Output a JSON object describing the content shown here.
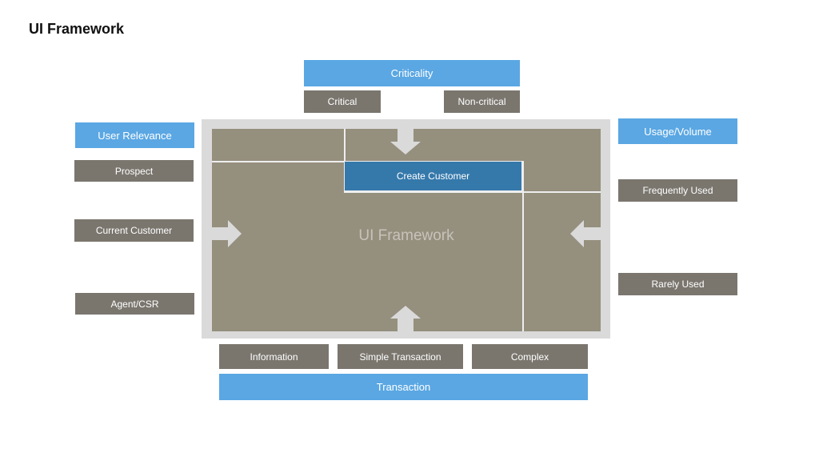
{
  "page_title": "UI Framework",
  "colors": {
    "header_blue": "#5aa7e3",
    "label_gray": "#7a766e",
    "framework_tan": "#958f7e",
    "frame_gray": "#dadada",
    "highlight_blue": "#3579ab"
  },
  "criticality": {
    "header": "Criticality",
    "items": [
      "Critical",
      "Non-critical"
    ]
  },
  "user_relevance": {
    "header": "User Relevance",
    "items": [
      "Prospect",
      "Current Customer",
      "Agent/CSR"
    ]
  },
  "usage_volume": {
    "header": "Usage/Volume",
    "items": [
      "Frequently Used",
      "Rarely Used"
    ]
  },
  "transaction": {
    "header": "Transaction",
    "items": [
      "Information",
      "Simple Transaction",
      "Complex"
    ]
  },
  "framework": {
    "label": "UI Framework",
    "highlight": "Create Customer",
    "arrows": [
      "down-arrow-from-criticality",
      "right-arrow-from-user-relevance",
      "left-arrow-from-usage-volume",
      "up-arrow-from-transaction"
    ]
  }
}
